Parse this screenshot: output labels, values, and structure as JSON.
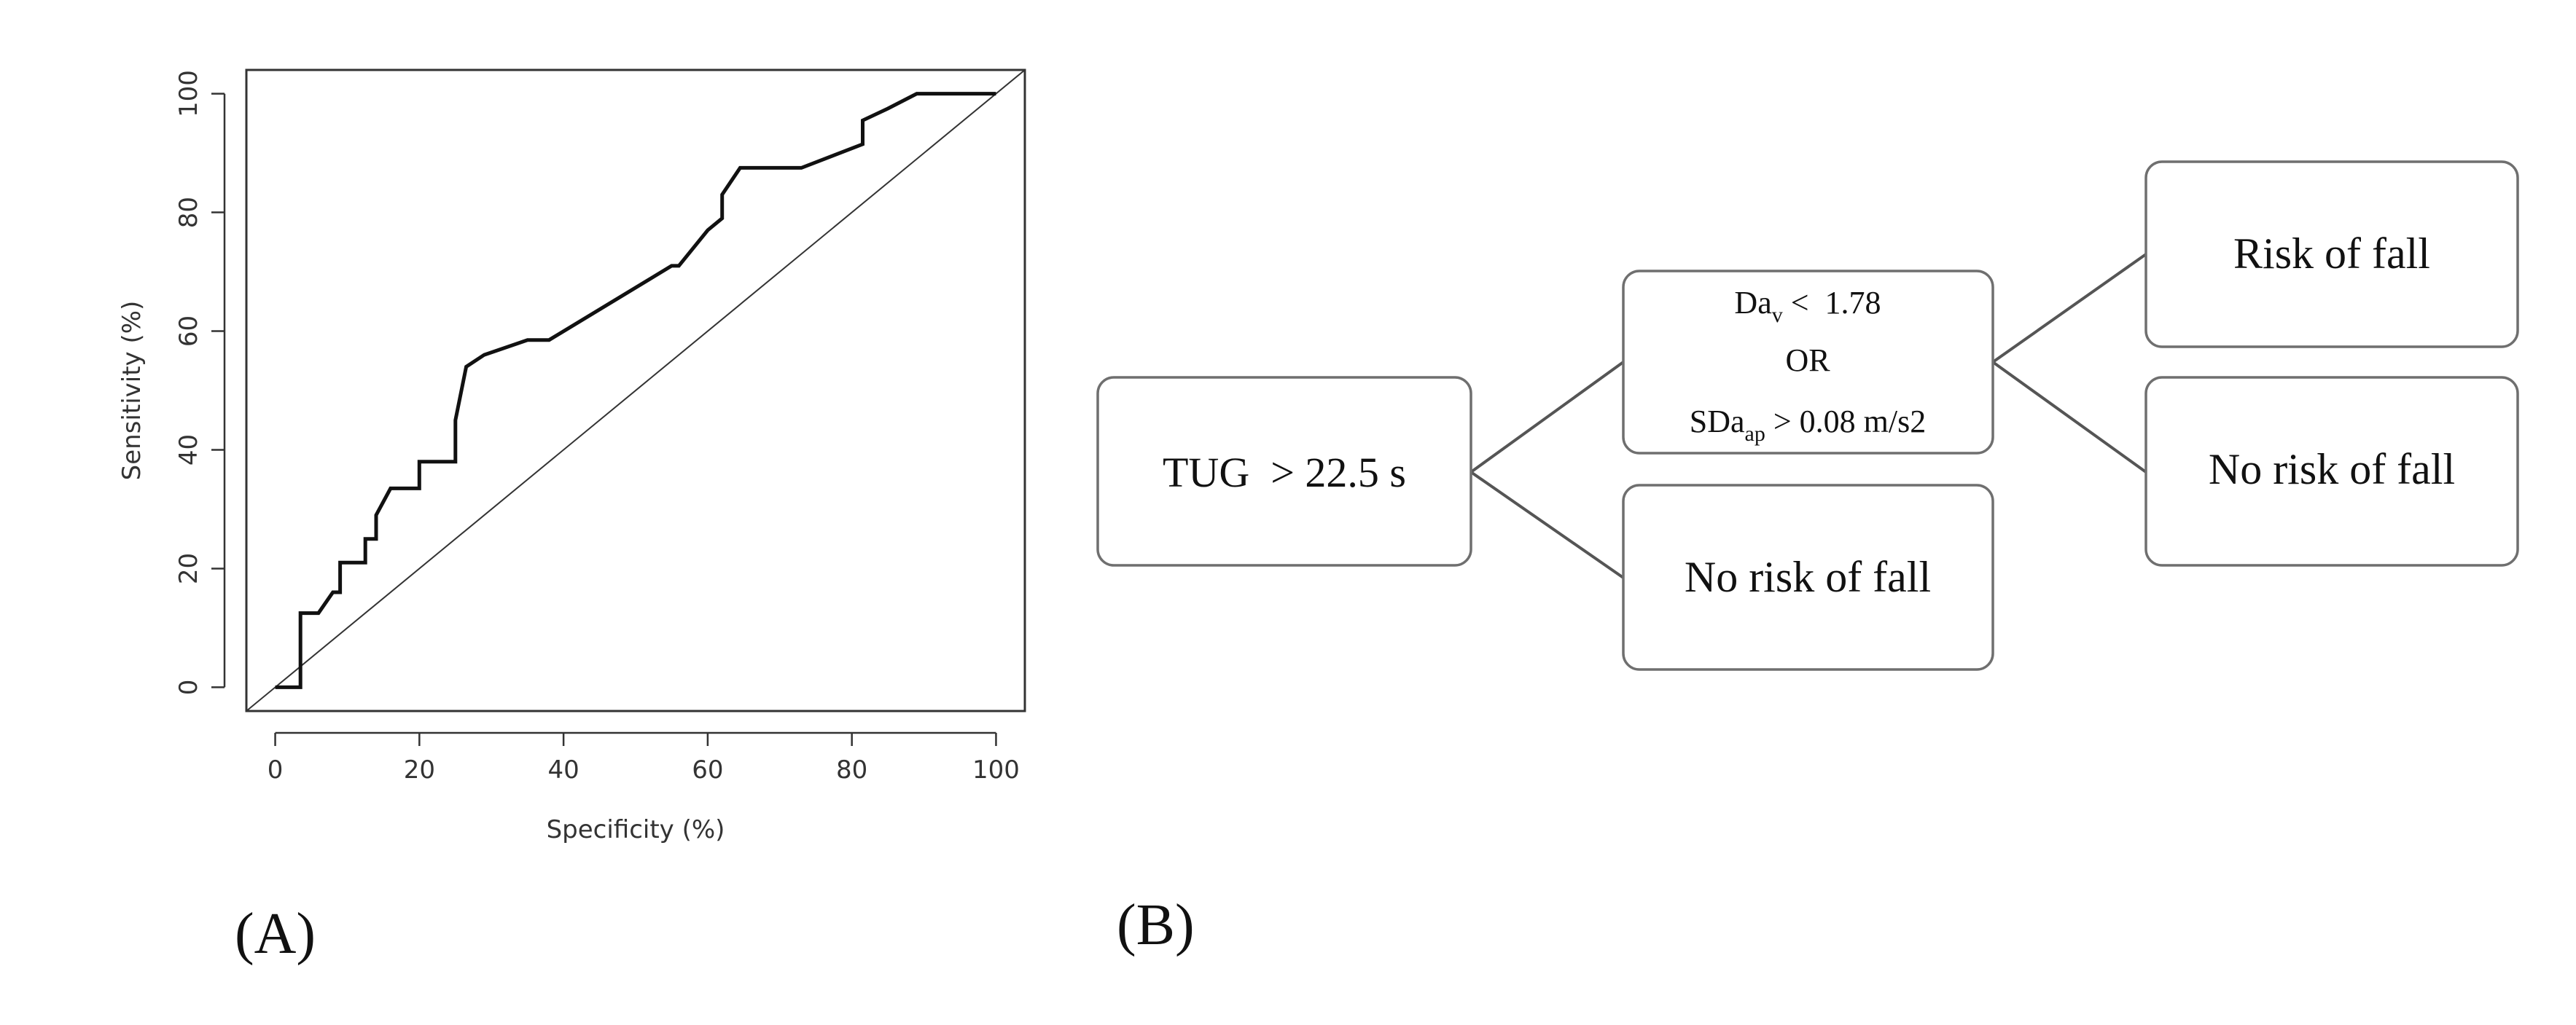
{
  "panels": {
    "a_label": "(A)",
    "b_label": "(B)"
  },
  "chart_data": {
    "type": "line",
    "title": "",
    "xlabel": "Specificity (%)",
    "ylabel": "Sensitivity (%)",
    "xlim": [
      -4,
      104
    ],
    "ylim": [
      -4,
      104
    ],
    "x_reversed": false,
    "xticks": [
      0,
      20,
      40,
      60,
      80,
      100
    ],
    "yticks": [
      0,
      20,
      40,
      60,
      80,
      100
    ],
    "grid": false,
    "legend": "none",
    "series": [
      {
        "name": "",
        "style": "step",
        "x": [
          0,
          3.5,
          3.5,
          6,
          8,
          9,
          9,
          12.5,
          12.5,
          14,
          14,
          16,
          20,
          20,
          25,
          25,
          26.5,
          29,
          35,
          38,
          55,
          56,
          60,
          62,
          62,
          64.5,
          73,
          81.5,
          81.5,
          85,
          89,
          100
        ],
        "y": [
          0,
          0,
          12.5,
          12.5,
          16,
          16,
          21,
          21,
          25,
          25,
          29,
          33.5,
          33.5,
          38,
          38,
          45,
          54,
          56,
          58.5,
          58.5,
          71,
          71,
          77,
          79,
          83,
          87.5,
          87.5,
          91.5,
          95.5,
          97.5,
          100,
          100
        ]
      },
      {
        "name": "",
        "style": "reference-diagonal",
        "x": [
          -4,
          104
        ],
        "y": [
          -4,
          104
        ]
      }
    ]
  },
  "tree": {
    "root": "TUG  > 22.5 s",
    "mid_line1_main": "Da",
    "mid_line1_sub": "v",
    "mid_line1_rest": " <  1.78",
    "mid_line2": "OR",
    "mid_line3_main": "SDa",
    "mid_line3_sub": "ap",
    "mid_line3_rest": " > 0.08 m/s2",
    "low_no": "No risk of fall",
    "leaf_yes": "Risk of fall",
    "leaf_no": "No risk of fall"
  }
}
